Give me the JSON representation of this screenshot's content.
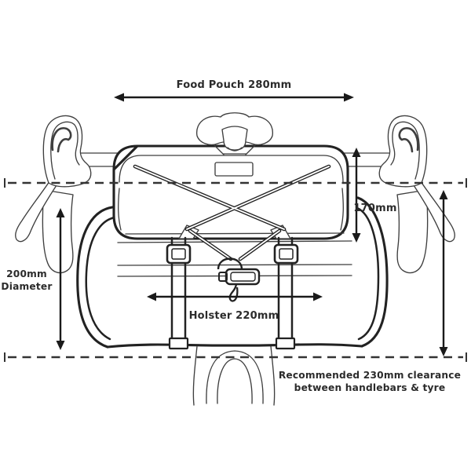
{
  "page": {
    "background": "#ffffff"
  },
  "diagram": {
    "name": "Handlebar bag dimension diagram (bicycle front view)",
    "line_color": "#222222",
    "text_color": "#2b2b2b",
    "labels": {
      "food_pouch_width": "Food Pouch 280mm",
      "pouch_height": "170mm",
      "holster_diameter_line1": "200mm",
      "holster_diameter_line2": "Diameter",
      "holster_width": "Holster 220mm",
      "clearance_line1": "Recommended 230mm clearance",
      "clearance_line2": "between handlebars & tyre"
    },
    "measurements": [
      {
        "part": "Food Pouch",
        "dimension": "width",
        "value_mm": 280
      },
      {
        "part": "Food Pouch",
        "dimension": "height",
        "value_mm": 170
      },
      {
        "part": "Holster",
        "dimension": "diameter",
        "value_mm": 200
      },
      {
        "part": "Holster",
        "dimension": "width",
        "value_mm": 220
      },
      {
        "part": "Handlebars to tyre",
        "dimension": "recommended clearance",
        "value_mm": 230
      }
    ]
  }
}
